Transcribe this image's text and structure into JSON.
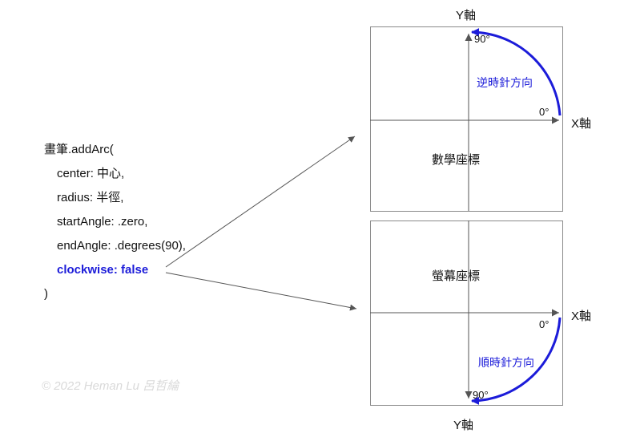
{
  "code": {
    "lines": [
      {
        "text": "畫筆.addArc("
      },
      {
        "text": "center: 中心,"
      },
      {
        "text": "radius: 半徑,"
      },
      {
        "text": "startAngle: .zero,"
      },
      {
        "text": "endAngle: .degrees(90),"
      },
      {
        "text": "clockwise: false"
      },
      {
        "text": ")"
      }
    ]
  },
  "math_diagram": {
    "title": "數學座標",
    "y_axis_label": "Y軸",
    "x_axis_label": "X軸",
    "angle_90": "90°",
    "angle_0": "0°",
    "direction_label": "逆時針方向"
  },
  "screen_diagram": {
    "title": "螢幕座標",
    "y_axis_label": "Y軸",
    "x_axis_label": "X軸",
    "angle_90": "90°",
    "angle_0": "0°",
    "direction_label": "順時針方向"
  },
  "watermark": "© 2022 Heman Lu 呂哲綸",
  "colors": {
    "accent_blue": "#1c1cd9",
    "line_gray": "#777777",
    "box_gray": "#8a8a8a"
  }
}
